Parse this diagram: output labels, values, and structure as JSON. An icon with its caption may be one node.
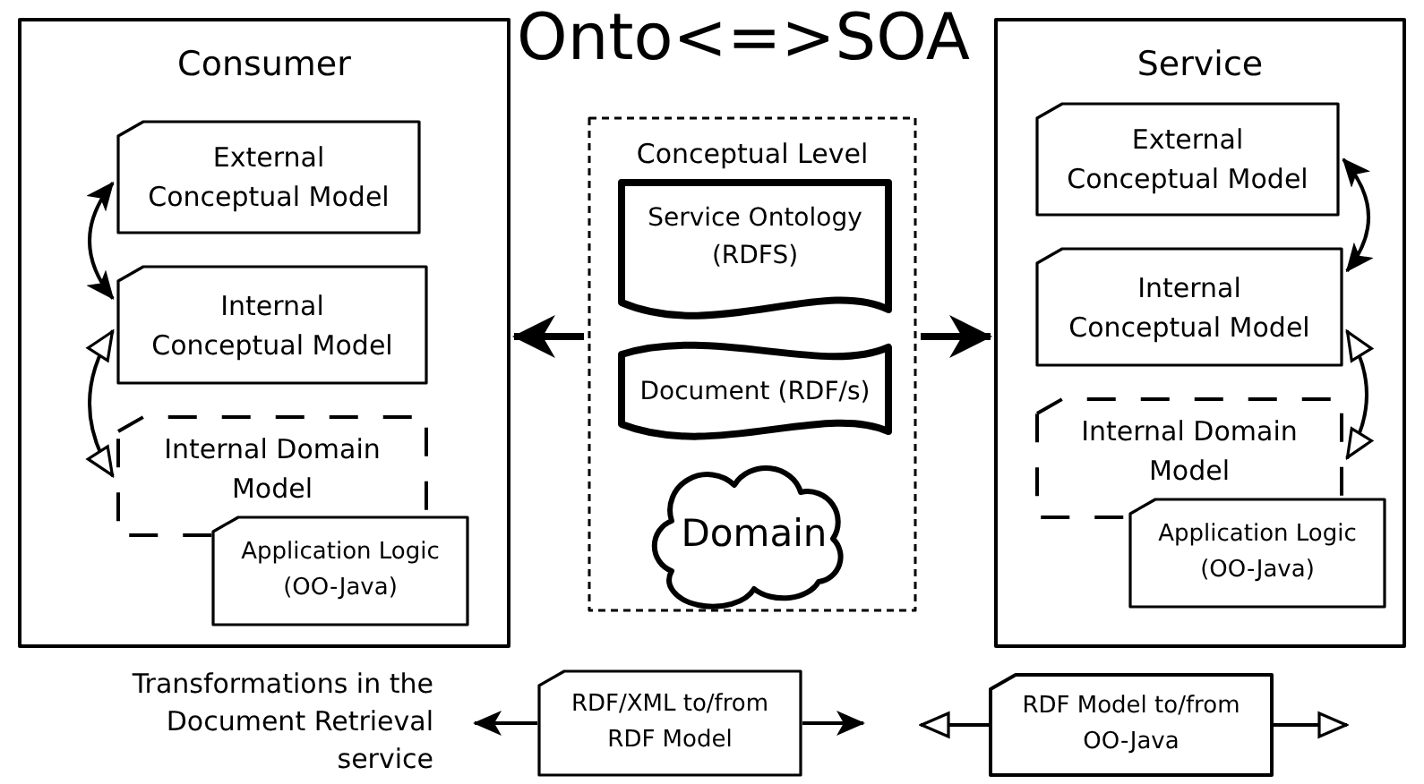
{
  "diagram": {
    "title": "Onto<=>SOA",
    "nodes": [
      {
        "text": [
          "Consumer"
        ]
      },
      {
        "text": [
          "External Conceptual Model"
        ],
        "in": 0
      },
      {
        "text": [
          "Internal Conceptual Model"
        ],
        "in": 0
      },
      {
        "text": [
          "Internal Domain Model"
        ],
        "in": 0
      },
      {
        "text": [
          "Application Logic (OO-Java)"
        ],
        "in": 0
      },
      {
        "text": [
          "Conceptual Level"
        ]
      },
      {
        "text": [
          "Service Ontology (RDFS)"
        ],
        "in": 5
      },
      {
        "text": [
          "Document (RDF/s)"
        ],
        "in": 5
      },
      {
        "text": [
          "Domain"
        ],
        "in": 5
      },
      {
        "text": [
          "Service"
        ]
      },
      {
        "text": [
          "External Conceptual Model"
        ],
        "in": 9
      },
      {
        "text": [
          "Internal Conceptual Model"
        ],
        "in": 9
      },
      {
        "text": [
          "Internal Domain Model"
        ],
        "in": 9
      },
      {
        "text": [
          "Application Logic (OO-Java)"
        ],
        "in": 9
      },
      {
        "text": [
          "RDF/XML to/from RDF Model"
        ]
      },
      {
        "text": [
          "RDF Model to/from OO-Java"
        ]
      }
    ],
    "edges": [
      {
        "from": 5,
        "to": 0,
        "arrow": "to",
        "style": "thick"
      },
      {
        "from": 5,
        "to": 9,
        "arrow": "to",
        "style": "thick"
      },
      {
        "from": 1,
        "to": 2,
        "arrow": "both"
      },
      {
        "from": 2,
        "to": 3,
        "arrow": "both"
      },
      {
        "from": 10,
        "to": 11,
        "arrow": "both"
      },
      {
        "from": 11,
        "to": 12,
        "arrow": "both"
      },
      {
        "from": 14,
        "to": null,
        "arrow": "to"
      },
      {
        "from": 14,
        "to": null,
        "arrow": "to"
      },
      {
        "from": 15,
        "to": null,
        "arrow": "to"
      },
      {
        "from": 15,
        "to": null,
        "arrow": "to"
      }
    ],
    "labels": [
      "Transformations in the Document Retrieval service"
    ]
  }
}
